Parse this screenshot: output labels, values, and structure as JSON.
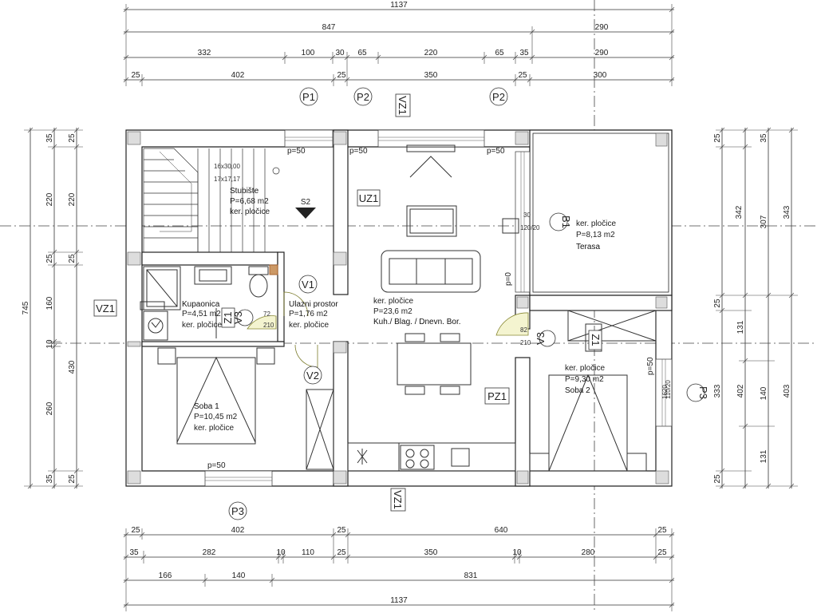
{
  "dims_top": {
    "row1": [
      "1137"
    ],
    "row2": [
      "847",
      "290"
    ],
    "row3": [
      "332",
      "100",
      "30",
      "65",
      "220",
      "65",
      "35",
      "290"
    ],
    "row4": [
      "25",
      "402",
      "25",
      "350",
      "25",
      "300"
    ]
  },
  "dims_bottom": {
    "row1": [
      "25",
      "402",
      "25",
      "640",
      "25"
    ],
    "row2": [
      "35",
      "282",
      "10",
      "110",
      "25",
      "350",
      "10",
      "280",
      "25"
    ],
    "row3": [
      "166",
      "140",
      "831"
    ],
    "row4": [
      "1137"
    ]
  },
  "dims_left": {
    "outer": "745",
    "inner": [
      "35",
      "220",
      "25",
      "160",
      "10",
      "260",
      "35"
    ],
    "inner2": [
      "25",
      "220",
      "25",
      "430",
      "25"
    ]
  },
  "dims_right": {
    "col1": [
      "25",
      "342",
      "25",
      "333",
      "25"
    ],
    "col2": [
      "35",
      "307",
      "131",
      "402",
      "140",
      "131"
    ],
    "col3": [
      "343",
      "403"
    ]
  },
  "markers": {
    "P1": "P1",
    "P2": "P2",
    "P3": "P3",
    "V1": "V1",
    "V2": "V2",
    "V3": "V3",
    "B1": "B1",
    "S2": "S2",
    "UZ1": "UZ1",
    "VZ1": "VZ1",
    "PZ1": "PZ1",
    "Z1": "Z1"
  },
  "rooms": {
    "stair": {
      "name": "Stubište",
      "area": "P=6,68 m2",
      "floor": "ker. pločice",
      "steps1": "16x30,00",
      "steps2": "17x17,17"
    },
    "bath": {
      "name": "Kupaonica",
      "area": "P=4,51 m2",
      "floor": "ker. pločice"
    },
    "entry": {
      "name": "Ulazni prostor",
      "area": "P=1,76 m2",
      "floor": "ker. pločice"
    },
    "living": {
      "floor": "ker. pločice",
      "area": "P=23,6 m2",
      "name": "Kuh./ Blag. / Dnevn. Bor."
    },
    "terrace": {
      "floor": "ker. pločice",
      "area": "P=8,13 m2",
      "name": "Terasa"
    },
    "room1": {
      "name": "Soba 1",
      "area": "P=10,45 m2",
      "floor": "ker. pločice"
    },
    "room2": {
      "floor": "ker. pločice",
      "area": "P=9,30 m2",
      "name": "Soba 2"
    }
  },
  "parapets": {
    "p50": "p=50",
    "p0": "p=0"
  },
  "door_dims": {
    "d72": "72",
    "d210": "210",
    "d82": "82",
    "d210b": "210"
  },
  "window_dims": {
    "w30": "30",
    "w120": "120/20",
    "w110": "110/20",
    "w1620": "1620"
  }
}
